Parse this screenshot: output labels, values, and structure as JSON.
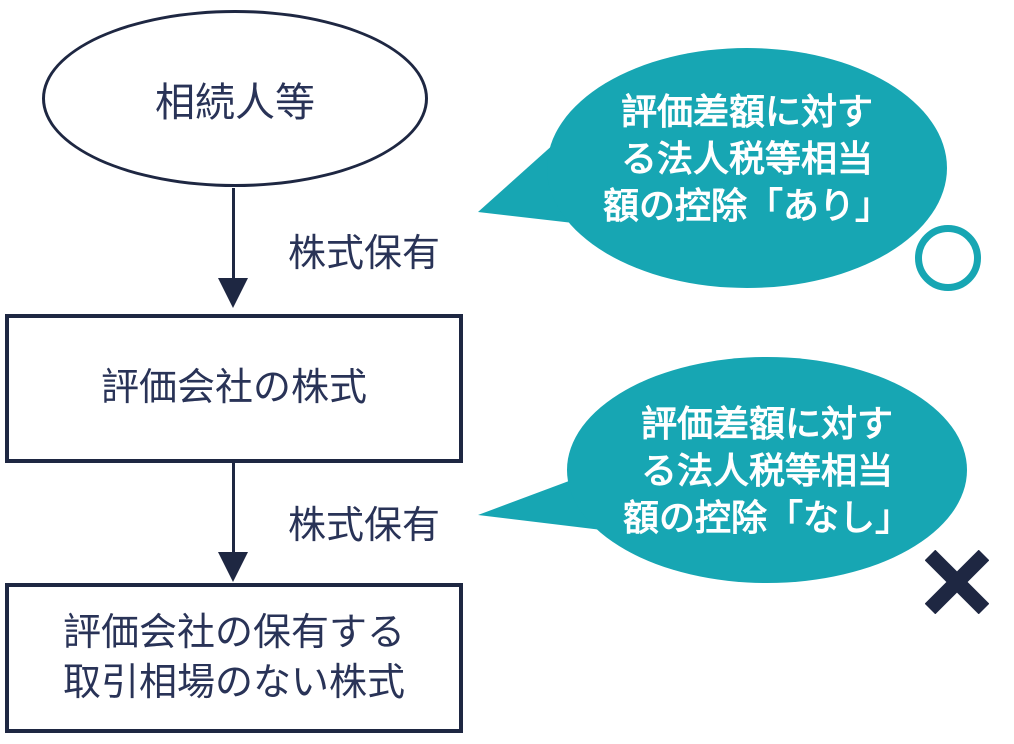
{
  "nodes": {
    "heirs": "相続人等",
    "company_stock": "評価会社の株式",
    "unlisted_stock_line1": "評価会社の保有する",
    "unlisted_stock_line2": "取引相場のない株式"
  },
  "edges": [
    {
      "label": "株式保有"
    },
    {
      "label": "株式保有"
    }
  ],
  "callouts": [
    {
      "line1": "評価差額に対す",
      "line2": "る法人税等相当",
      "line3": "額の控除「あり」",
      "mark": "circle"
    },
    {
      "line1": "評価差額に対す",
      "line2": "る法人税等相当",
      "line3": "額の控除「なし」",
      "mark": "cross"
    }
  ],
  "colors": {
    "ink_navy": "#1e2742",
    "text_navy": "#293357",
    "teal": "#17a6b3",
    "bubble_text": "#ffffff",
    "background": "#ffffff"
  }
}
